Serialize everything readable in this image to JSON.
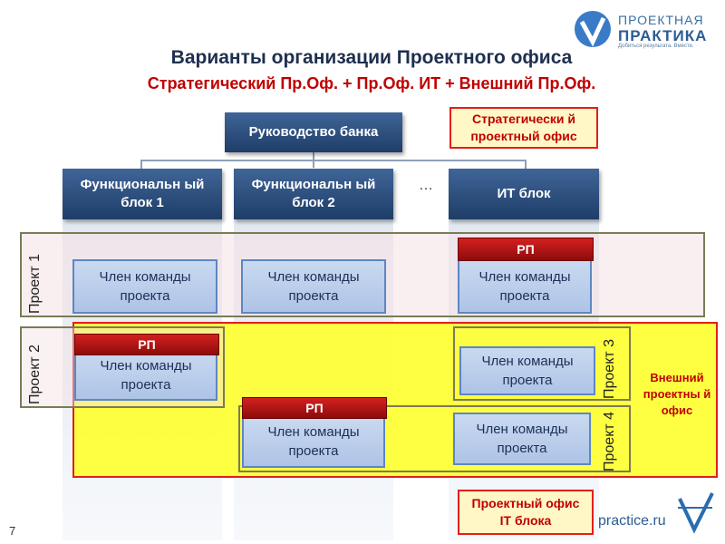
{
  "header": {
    "title": "Варианты организации  Проектного офиса",
    "subtitle": "Стратегический Пр.Оф. + Пр.Оф. ИТ + Внешний Пр.Оф."
  },
  "logo": {
    "line1": "ПРОЕКТНАЯ",
    "line2": "ПРАКТИКА",
    "tagline": "Добиться результата. Вместе."
  },
  "org": {
    "management": "Руководство банка",
    "strategic_office": "Стратегически й проектный офис",
    "columns": [
      {
        "label": "Функциональн ый блок 1"
      },
      {
        "label": "Функциональн ый блок 2"
      },
      {
        "label": "ИТ блок"
      }
    ],
    "ellipsis": "…"
  },
  "projects": {
    "p1": "Проект 1",
    "p2": "Проект 2",
    "p3": "Проект 3",
    "p4": "Проект 4"
  },
  "member_label": "Член команды проекта",
  "rp_label": "РП",
  "external_office": "Внешний проектны й офис",
  "it_office": "Проектный офис IT блока",
  "footer": {
    "url": "practice.ru",
    "page": "7"
  },
  "colors": {
    "accent_red": "#c00000",
    "navy": "#1f3d68",
    "yellow": "#ffff33"
  }
}
